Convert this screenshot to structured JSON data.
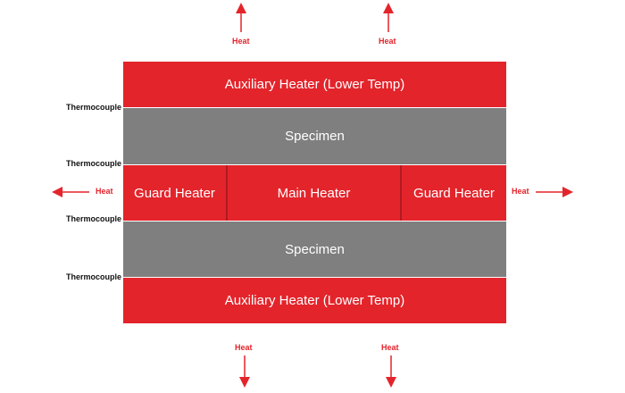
{
  "layers": {
    "aux_top": "Auxiliary Heater (Lower Temp)",
    "specimen_top": "Specimen",
    "guard_left": "Guard Heater",
    "main_heater": "Main Heater",
    "guard_right": "Guard Heater",
    "specimen_bottom": "Specimen",
    "aux_bottom": "Auxiliary Heater (Lower Temp)"
  },
  "thermocouples": [
    "Thermocouple",
    "Thermocouple",
    "Thermocouple",
    "Thermocouple"
  ],
  "heat": {
    "top_left": "Heat",
    "top_right": "Heat",
    "left": "Heat",
    "right": "Heat",
    "bottom_left": "Heat",
    "bottom_right": "Heat"
  },
  "colors": {
    "heater_red": "#e3242b",
    "specimen_gray": "#7f7f7f",
    "heat_label": "#e3242b"
  }
}
